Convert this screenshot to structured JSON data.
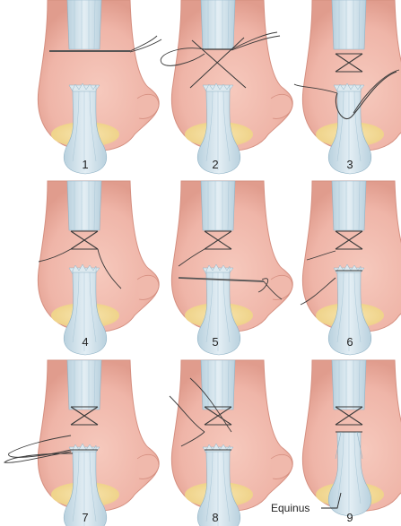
{
  "panels": [
    {
      "number": "1"
    },
    {
      "number": "2"
    },
    {
      "number": "3"
    },
    {
      "number": "4"
    },
    {
      "number": "5"
    },
    {
      "number": "6"
    },
    {
      "number": "7"
    },
    {
      "number": "8"
    },
    {
      "number": "9",
      "callout": "Equinus"
    }
  ],
  "colors": {
    "skin": "#efb5a8",
    "skin_shadow": "#e29a8c",
    "tendon": "#c9dde8",
    "tendon_line": "#8fb2c5",
    "heel_pad": "#f3dd9c",
    "suture": "#3a3a3a"
  }
}
